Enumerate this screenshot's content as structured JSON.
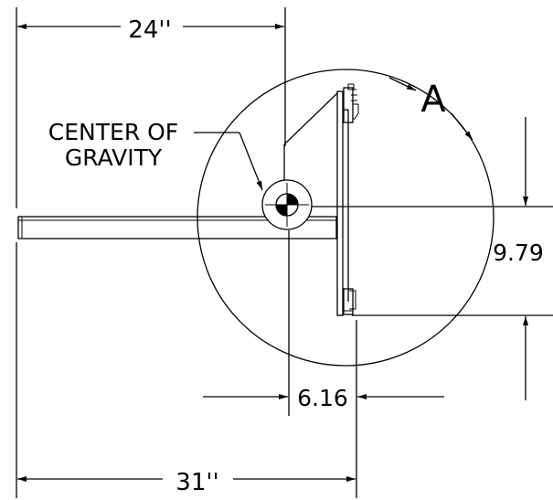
{
  "dimensions": {
    "top_width": "24''",
    "overall_width": "31''",
    "cg_offset": "6.16",
    "vertical_offset": "9.79"
  },
  "labels": {
    "cg_line1": "CENTER OF",
    "cg_line2": "GRAVITY",
    "detail": "A"
  },
  "colors": {
    "line": "#000000",
    "background": "#ffffff"
  }
}
